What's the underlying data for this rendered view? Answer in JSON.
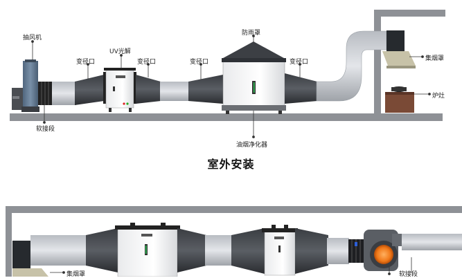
{
  "labels": {
    "exhaust_fan": "抽风机",
    "uv_photolysis": "UV光解",
    "reducer_1": "变径口",
    "reducer_2": "变径口",
    "reducer_3": "变径口",
    "reducer_4": "变径口",
    "rain_cover": "防雨罩",
    "hood_top": "集烟罩",
    "stove": "炉灶",
    "soft_joint_top": "软接段",
    "purifier": "油烟净化器",
    "hood_bottom": "集烟罩",
    "soft_joint_bottom": "软接段"
  },
  "section_title": "室外安装"
}
